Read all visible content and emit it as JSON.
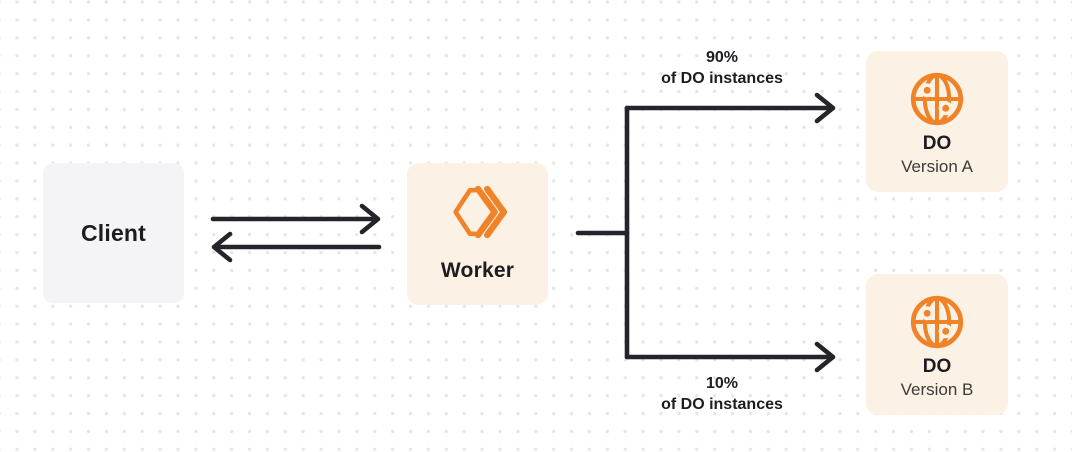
{
  "colors": {
    "accent_orange": "#F08228",
    "node_cream": "#FBF1E4",
    "node_gray": "#F4F4F6",
    "connector_dark": "#26242B",
    "text_dark": "#1D1C21",
    "text_secondary": "#3D3B38",
    "grid_dot": "#E6E5E9"
  },
  "nodes": {
    "client": {
      "label": "Client"
    },
    "worker": {
      "label": "Worker",
      "icon": "workers-logo-icon"
    },
    "do_version_a": {
      "title": "DO",
      "subtitle": "Version A",
      "icon": "durable-object-globe-icon"
    },
    "do_version_b": {
      "title": "DO",
      "subtitle": "Version B",
      "icon": "durable-object-globe-icon"
    }
  },
  "edges": {
    "client_worker": {
      "style": "bidirectional-double-arrow"
    },
    "worker_do_a": {
      "percent": "90%",
      "caption": "of DO instances"
    },
    "worker_do_b": {
      "percent": "10%",
      "caption": "of DO instances"
    }
  }
}
